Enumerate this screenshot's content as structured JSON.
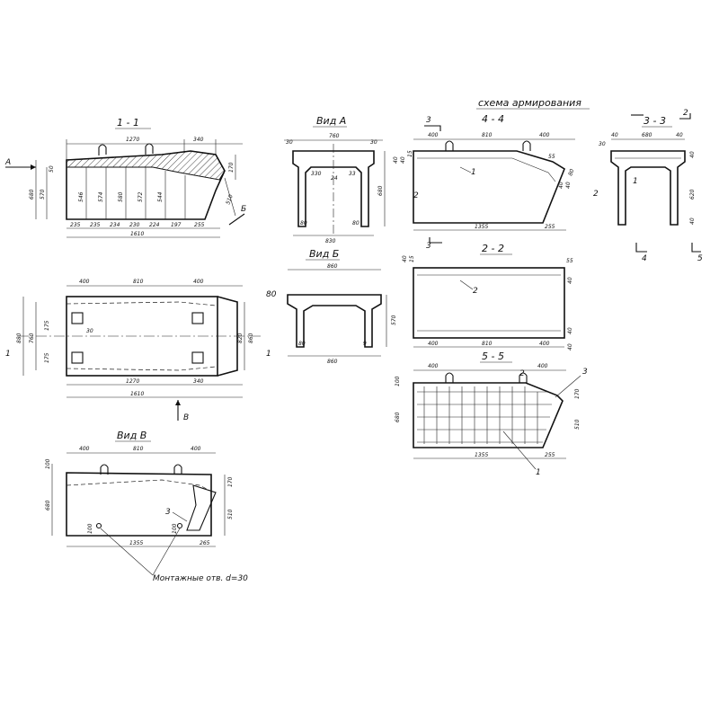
{
  "titles": {
    "s11": "1 - 1",
    "vidA": "Вид А",
    "vidB": "Вид Б",
    "vidV": "Вид В",
    "scheme": "схема армирования",
    "s44": "4 - 4",
    "s33": "3 - 3",
    "s22": "2 - 2",
    "s55": "5 - 5"
  },
  "markers": {
    "A": "А",
    "B": "Б",
    "V": "В",
    "one": "1",
    "two": "2",
    "three": "3",
    "four": "4",
    "five": "5"
  },
  "note": "Монтажные отв. d=30",
  "s11": {
    "top": [
      "1270",
      "340"
    ],
    "left": [
      "680",
      "570",
      "50"
    ],
    "right": [
      "170",
      "510"
    ],
    "ribs": [
      "546",
      "574",
      "580",
      "572",
      "544"
    ],
    "bottom": [
      "235",
      "235",
      "234",
      "230",
      "224",
      "197",
      "255"
    ],
    "total": "1610"
  },
  "plan": {
    "top": [
      "400",
      "810",
      "400"
    ],
    "left": [
      "880",
      "760",
      "175",
      "175"
    ],
    "right": [
      "820",
      "860"
    ],
    "bottom": [
      "1270",
      "340"
    ],
    "total": "1610",
    "hole": "30"
  },
  "vidA": {
    "top": [
      "760",
      "30",
      "30"
    ],
    "width": "830",
    "height": "680",
    "inner": [
      "330",
      "24",
      "33"
    ],
    "foot": [
      "80",
      "80"
    ]
  },
  "vidB": {
    "top": "860",
    "bottom": "860",
    "height": "570",
    "foot": [
      "80",
      "9"
    ],
    "side": "80"
  },
  "vidV": {
    "top": [
      "400",
      "810",
      "400"
    ],
    "left": [
      "680",
      "100"
    ],
    "right": [
      "170",
      "510"
    ],
    "bottom": [
      "1355",
      "265"
    ],
    "small": [
      "100",
      "100"
    ]
  },
  "s44": {
    "top": [
      "400",
      "810",
      "400"
    ],
    "left": [
      "15",
      "40",
      "40"
    ],
    "right": [
      "55",
      "80",
      "40",
      "40"
    ],
    "bottom": [
      "1355",
      "255"
    ],
    "pos": "1"
  },
  "s33": {
    "top": [
      "40",
      "680",
      "40"
    ],
    "left": [
      "30"
    ],
    "right": [
      "40",
      "620",
      "40"
    ],
    "pos": "1"
  },
  "s22": {
    "left": [
      "15",
      "40"
    ],
    "right": [
      "55",
      "40",
      "40",
      "40"
    ],
    "bottom": [
      "400",
      "810",
      "400"
    ],
    "pos": "2"
  },
  "s55": {
    "top": [
      "400",
      "400"
    ],
    "left": [
      "100",
      "680"
    ],
    "right": [
      "170",
      "510"
    ],
    "bottom": [
      "1355",
      "255"
    ],
    "pos": [
      "2",
      "3",
      "1"
    ]
  }
}
